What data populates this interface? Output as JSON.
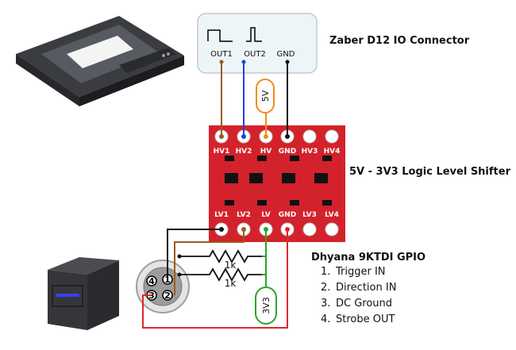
{
  "io_connector": {
    "title": "Zaber D12 IO Connector",
    "outputs": [
      "OUT1",
      "OUT2",
      "GND"
    ]
  },
  "shifter": {
    "title": "5V - 3V3 Logic Level Shifter",
    "hv_pins": [
      "HV1",
      "HV2",
      "HV",
      "GND",
      "HV3",
      "HV4"
    ],
    "lv_pins": [
      "LV1",
      "LV2",
      "LV",
      "GND",
      "LV3",
      "LV4"
    ]
  },
  "voltage_tags": {
    "hv": "5V",
    "lv": "3V3"
  },
  "resistors": [
    "1k",
    "1k"
  ],
  "gpio": {
    "title": "Dhyana 9KTDI GPIO",
    "items": [
      "Trigger IN",
      "Direction IN",
      "DC Ground",
      "Strobe OUT"
    ],
    "connector_pins": [
      "4",
      "1",
      "3",
      "2"
    ]
  },
  "colors": {
    "board": "#d3222b",
    "wire_brown": "#9b5a1e",
    "wire_blue": "#1f3fe0",
    "wire_orange": "#f28c18",
    "wire_black": "#111111",
    "wire_green": "#2aa52a",
    "wire_red": "#e0262b"
  }
}
